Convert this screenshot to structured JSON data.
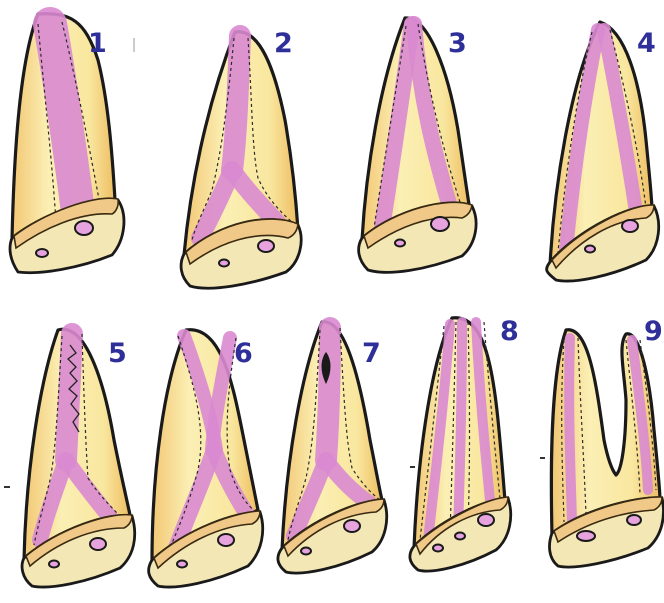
{
  "diagram": {
    "labels": [
      "1",
      "2",
      "3",
      "4",
      "5",
      "6",
      "7",
      "8",
      "9"
    ],
    "colors": {
      "root_fill": "#f7e3a1",
      "canal": "#d98ad0",
      "outline": "#1a1a1a",
      "number": "#2f2f9a"
    }
  }
}
